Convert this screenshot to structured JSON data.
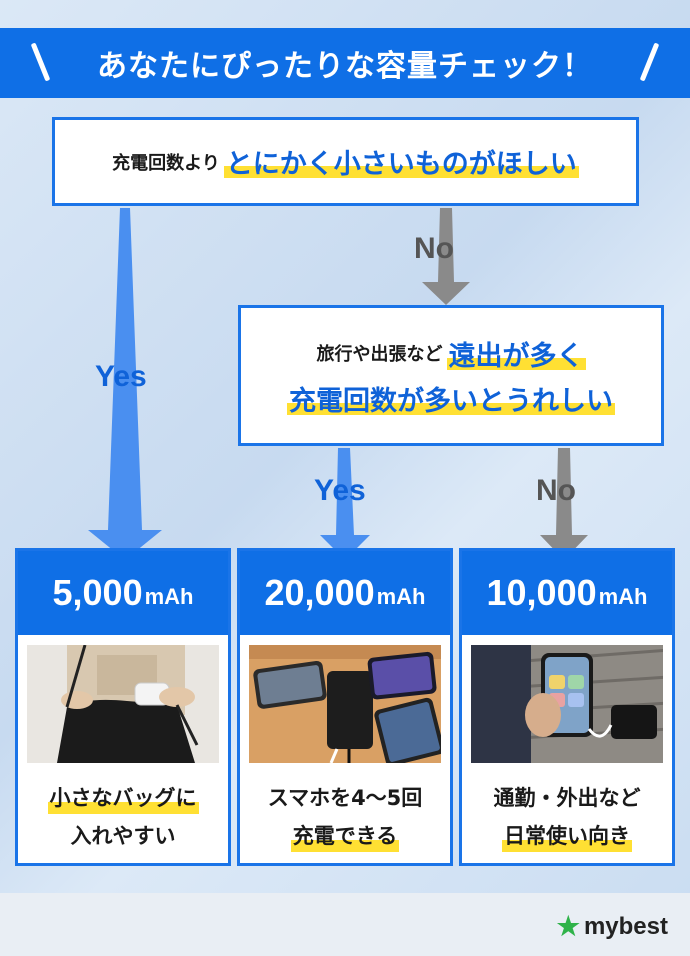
{
  "header": {
    "title": "あなたにぴったりな容量チェック！"
  },
  "question1": {
    "small": "充電回数より",
    "big": "とにかく小さいものがほしい"
  },
  "question2": {
    "line1_small": "旅行や出張など",
    "line1_big": "遠出が多く",
    "line2_big": "充電回数が多いとうれしい"
  },
  "labels": {
    "yes1": "Yes",
    "no1": "No",
    "yes2": "Yes",
    "no2": "No"
  },
  "cards": [
    {
      "num": "5,000",
      "unit": "mAh",
      "line1": "小さなバッグに",
      "line2": "入れやすい"
    },
    {
      "num": "20,000",
      "unit": "mAh",
      "line1": "スマホを4〜5回",
      "line2": "充電できる"
    },
    {
      "num": "10,000",
      "unit": "mAh",
      "line1": "通勤・外出など",
      "line2": "日常使い向き"
    }
  ],
  "footer": {
    "logo": "mybest"
  },
  "colors": {
    "primary": "#0f6fe6",
    "highlight": "#ffe033",
    "arrow_blue": "#4a8ff0",
    "arrow_gray": "#8a8a8a",
    "logo_green": "#2fb34a"
  }
}
